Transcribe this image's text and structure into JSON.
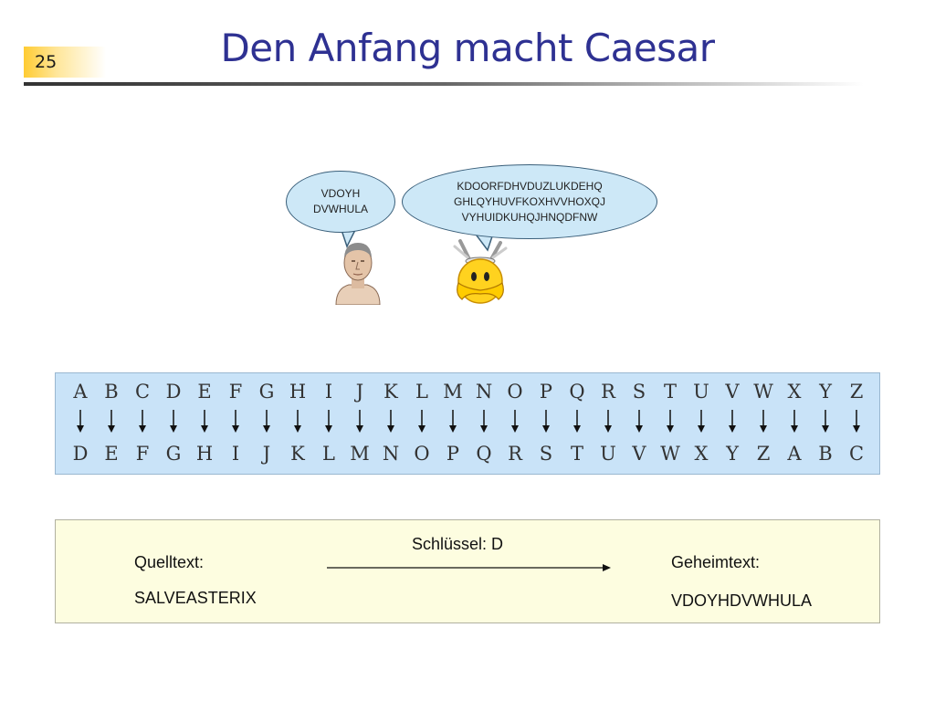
{
  "slide": {
    "number": "25",
    "title": "Den Anfang macht Caesar"
  },
  "bubbles": {
    "caesar": [
      "VDOYH",
      "DVWHULA"
    ],
    "asterix": [
      "KDOORFDHVDUZLUKDEHQ",
      "GHLQYHUVFKOXHVVHOXQJ",
      "VYHUIDKUHQJHNQDFNW"
    ]
  },
  "alphabet": {
    "plain": [
      "A",
      "B",
      "C",
      "D",
      "E",
      "F",
      "G",
      "H",
      "I",
      "J",
      "K",
      "L",
      "M",
      "N",
      "O",
      "P",
      "Q",
      "R",
      "S",
      "T",
      "U",
      "V",
      "W",
      "X",
      "Y",
      "Z"
    ],
    "cipher": [
      "D",
      "E",
      "F",
      "G",
      "H",
      "I",
      "J",
      "K",
      "L",
      "M",
      "N",
      "O",
      "P",
      "Q",
      "R",
      "S",
      "T",
      "U",
      "V",
      "W",
      "X",
      "Y",
      "Z",
      "A",
      "B",
      "C"
    ]
  },
  "keybox": {
    "key_label": "Schlüssel: D",
    "source_label": "Quelltext:",
    "source_value": "SALVEASTERIX",
    "target_label": "Geheimtext:",
    "target_value": "VDOYHDVWHULA"
  },
  "colors": {
    "title": "#2e3192",
    "bubble": "#cde8f7",
    "alphabet_bg": "#c9e3f8",
    "keybox_bg": "#fdfde0"
  },
  "icons": {
    "caesar": "caesar-bust-icon",
    "asterix": "asterix-smiley-icon"
  }
}
